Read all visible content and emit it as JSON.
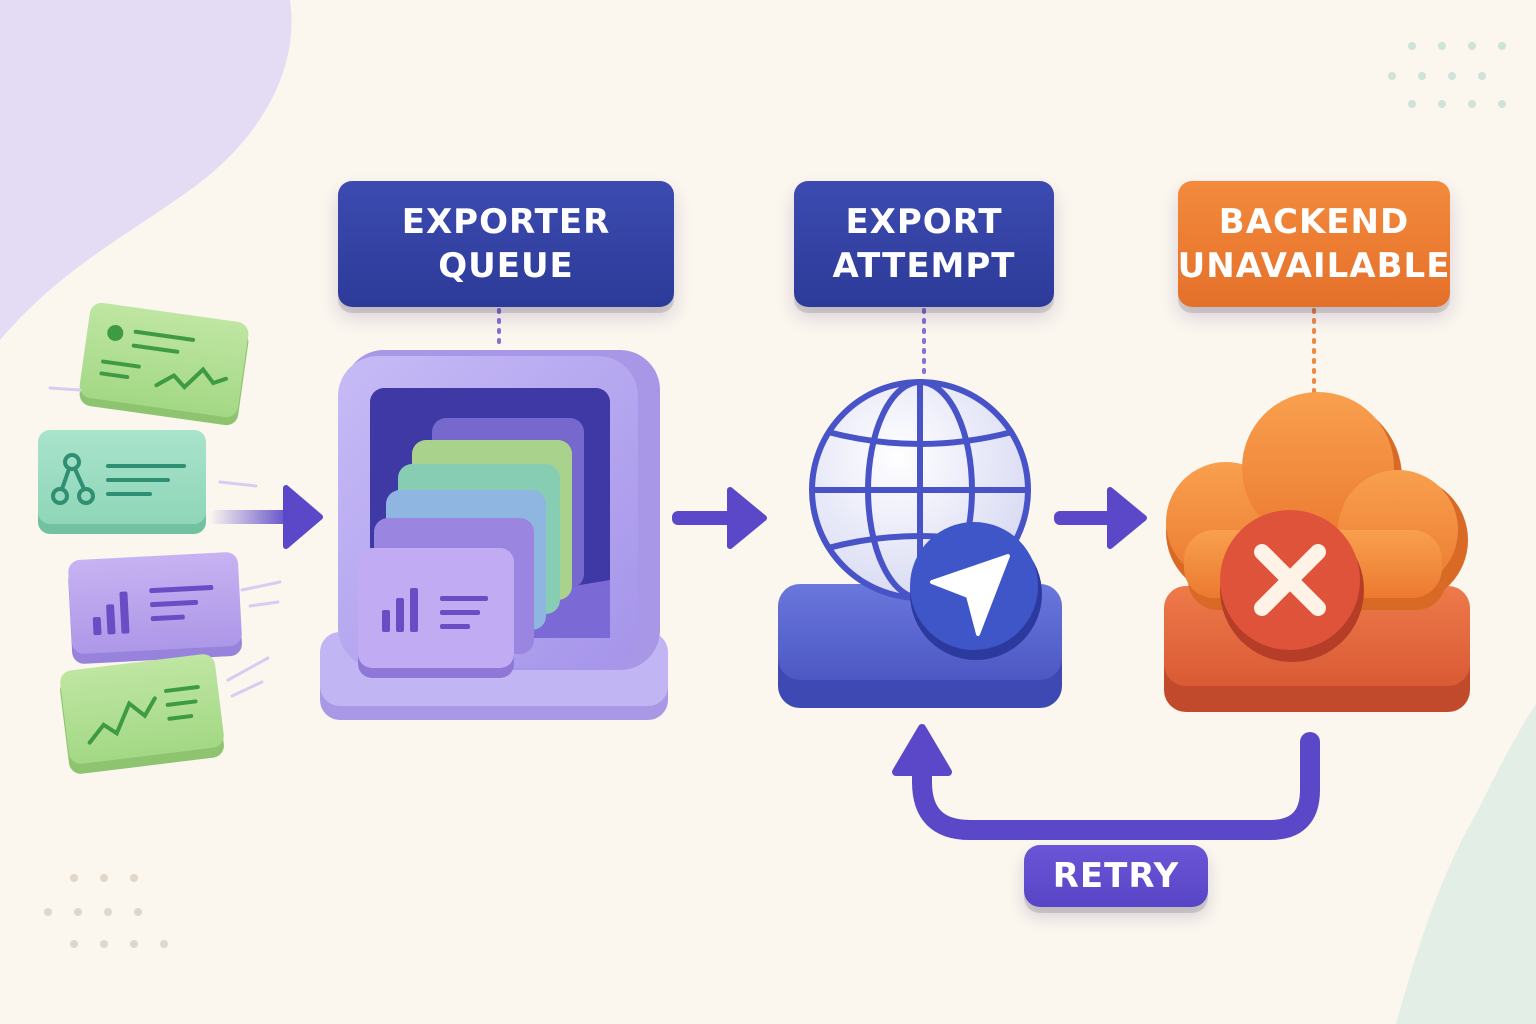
{
  "labels": {
    "queue": [
      "EXPORTER",
      "QUEUE"
    ],
    "attempt": [
      "EXPORT",
      "ATTEMPT"
    ],
    "backend": [
      "BACKEND",
      "UNAVAILABLE"
    ]
  },
  "retry_label": "RETRY",
  "colors": {
    "background": "#fbf6ee",
    "label_blue": "#2f3c9c",
    "label_orange": "#ea7a30",
    "arrow_purple": "#5b48c8",
    "queue_lavender": "#b4a4ef",
    "platform_blue": "#5763d0",
    "cloud_orange": "#f2853a",
    "error_red": "#dd5238"
  },
  "icons": {
    "telemetry_cards": [
      "metric-card-icon",
      "trace-card-icon",
      "bar-chart-card-icon",
      "trend-card-icon"
    ],
    "queue": "stacked-cards-icon",
    "attempt": "globe-send-icon",
    "backend": "cloud-error-icon"
  }
}
